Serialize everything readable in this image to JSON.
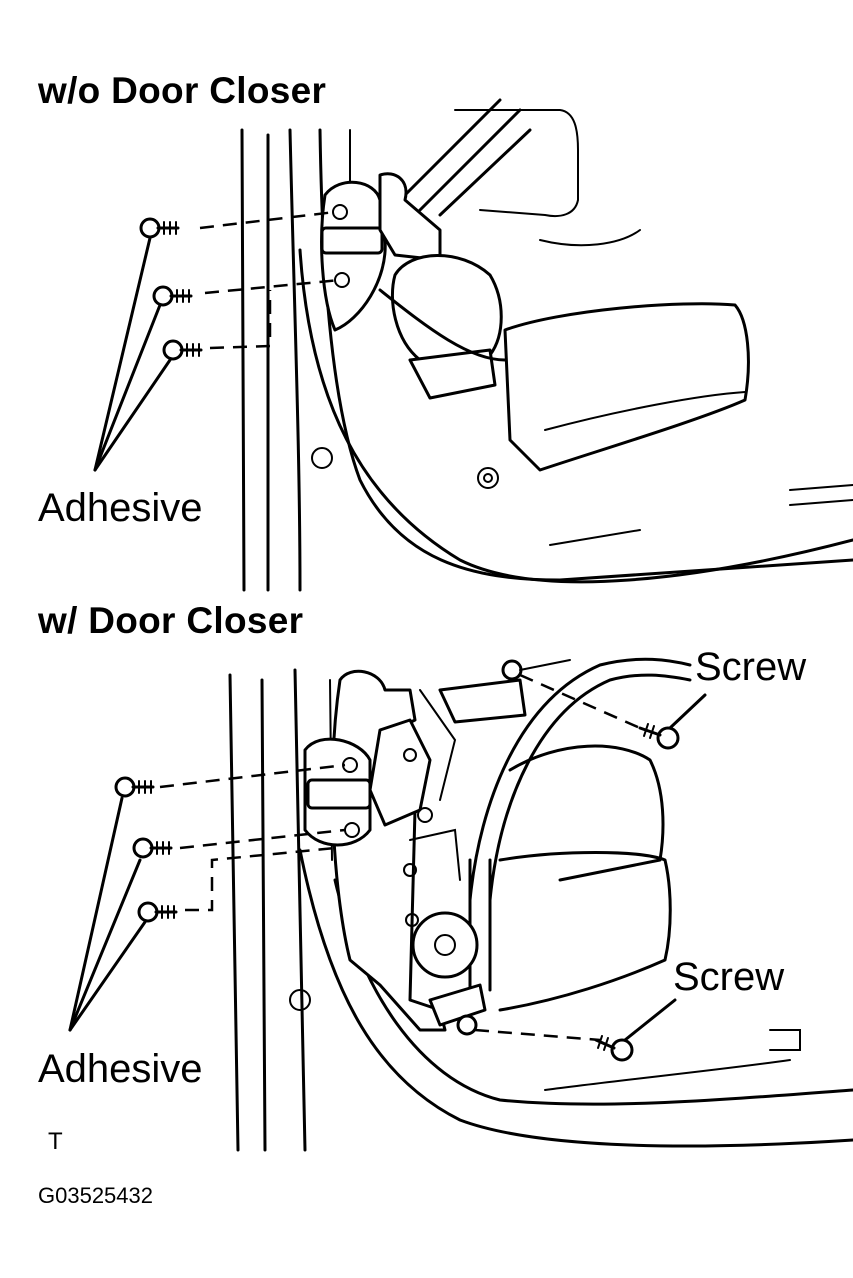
{
  "top_section": {
    "title": "w/o Door Closer",
    "label_adhesive": "Adhesive"
  },
  "bottom_section": {
    "title": "w/ Door Closer",
    "label_adhesive": "Adhesive",
    "label_screw_upper": "Screw",
    "label_screw_lower": "Screw"
  },
  "footer": {
    "mark": "T",
    "figure_code": "G03525432"
  }
}
